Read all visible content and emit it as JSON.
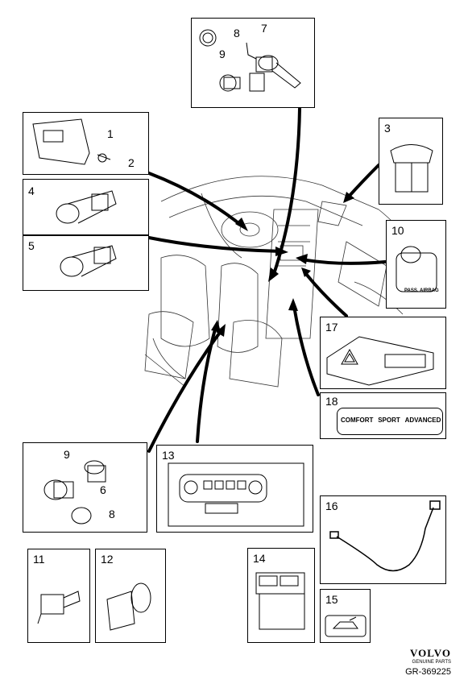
{
  "boxes": [
    {
      "id": "1",
      "label": "1"
    },
    {
      "id": "2",
      "label": "2"
    },
    {
      "id": "3",
      "label": "3"
    },
    {
      "id": "4",
      "label": "4"
    },
    {
      "id": "5",
      "label": "5"
    },
    {
      "id": "6",
      "label": "6"
    },
    {
      "id": "7",
      "label": "7"
    },
    {
      "id": "8",
      "label": "8"
    },
    {
      "id": "9",
      "label": "9"
    },
    {
      "id": "10",
      "label": "10"
    },
    {
      "id": "11",
      "label": "11"
    },
    {
      "id": "12",
      "label": "12"
    },
    {
      "id": "13",
      "label": "13"
    },
    {
      "id": "14",
      "label": "14"
    },
    {
      "id": "15",
      "label": "15"
    },
    {
      "id": "16",
      "label": "16"
    },
    {
      "id": "17",
      "label": "17"
    },
    {
      "id": "18",
      "label": "18"
    }
  ],
  "labels": {
    "n1": "1",
    "n2": "2",
    "n3": "3",
    "n4": "4",
    "n5": "5",
    "n6": "6",
    "n7": "7",
    "n8a": "8",
    "n8b": "8",
    "n9a": "9",
    "n9b": "9",
    "n10": "10",
    "n11": "11",
    "n12": "12",
    "n13": "13",
    "n14": "14",
    "n15": "15",
    "n16": "16",
    "n17": "17",
    "n18": "18"
  },
  "switch18": {
    "comfort": "COMFORT",
    "sport": "SPORT",
    "advanced": "ADVANCED"
  },
  "airbag_text": "PASS. AIRBAG",
  "brand": {
    "name": "VOLVO",
    "sub": "GENUINE PARTS",
    "code": "GR-369225"
  }
}
